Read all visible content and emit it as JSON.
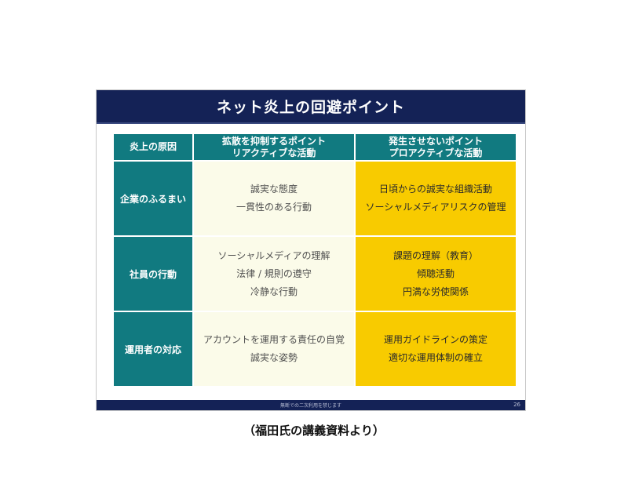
{
  "slide": {
    "title": "ネット炎上の回避ポイント",
    "table": {
      "header": {
        "col0": "炎上の原因",
        "col1": [
          "拡散を抑制するポイント",
          "リアクティブな活動"
        ],
        "col2": [
          "発生させないポイント",
          "プロアクティブな活動"
        ]
      },
      "rows": [
        {
          "cause": "企業のふるまい",
          "reactive": [
            "誠実な態度",
            "一貫性のある行動"
          ],
          "proactive": [
            "日頃からの誠実な組織活動",
            "ソーシャルメディアリスクの管理"
          ]
        },
        {
          "cause": "社員の行動",
          "reactive": [
            "ソーシャルメディアの理解",
            "法律 / 規則の遵守",
            "冷静な行動"
          ],
          "proactive": [
            "課題の理解（教育）",
            "傾聴活動",
            "円満な労使関係"
          ]
        },
        {
          "cause": "運用者の対応",
          "reactive": [
            "アカウントを運用する責任の自覚",
            "誠実な姿勢"
          ],
          "proactive": [
            "運用ガイドラインの策定",
            "適切な運用体制の確立"
          ]
        }
      ]
    },
    "footer": "無断での二次利用を禁じます",
    "page_number": "26"
  },
  "caption": "（福田氏の講義資料より）",
  "colors": {
    "header_navy": "#142256",
    "teal": "#117a80",
    "light_cell": "#fbfbe9",
    "yellow": "#f8cb00"
  }
}
